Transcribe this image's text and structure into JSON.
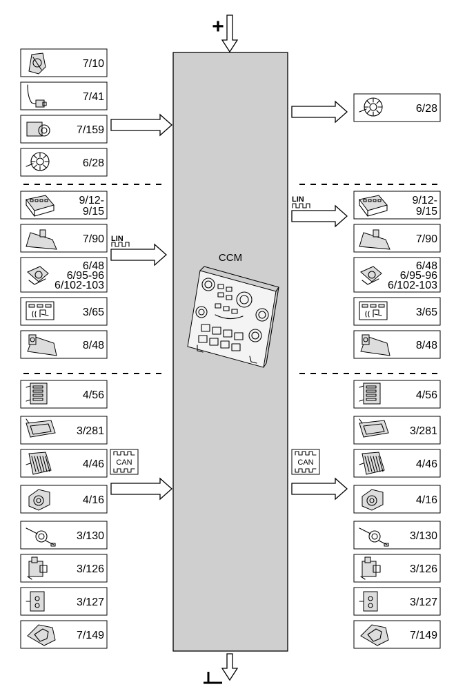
{
  "ccm": {
    "label": "CCM",
    "fill": "#cfcfcf",
    "power_symbol": "+",
    "ground_symbol": "⊥"
  },
  "left_groups": [
    {
      "bus": "direct",
      "items": [
        {
          "label": [
            "7/10"
          ],
          "icon": "rotary-switch-icon"
        },
        {
          "label": [
            "7/41"
          ],
          "icon": "sensor-cable-icon"
        },
        {
          "label": [
            "7/159"
          ],
          "icon": "actuator-motor-icon"
        },
        {
          "label": [
            "6/28"
          ],
          "icon": "blower-fan-icon"
        }
      ]
    },
    {
      "bus": "LIN",
      "items": [
        {
          "label": [
            "9/12-",
            "9/15"
          ],
          "icon": "control-module-icon"
        },
        {
          "label": [
            "7/90"
          ],
          "icon": "rain-sensor-icon"
        },
        {
          "label": [
            "6/48",
            "6/95-96",
            "6/102-103"
          ],
          "icon": "damper-motor-icon"
        },
        {
          "label": [
            "3/65"
          ],
          "icon": "seat-heater-panel-icon"
        },
        {
          "label": [
            "8/48"
          ],
          "icon": "mirror-sensor-icon"
        }
      ]
    },
    {
      "bus": "CAN",
      "items": [
        {
          "label": [
            "4/56"
          ],
          "icon": "ecu-bracket-icon"
        },
        {
          "label": [
            "3/281"
          ],
          "icon": "display-unit-icon"
        },
        {
          "label": [
            "4/46"
          ],
          "icon": "circuit-board-icon"
        },
        {
          "label": [
            "4/16"
          ],
          "icon": "ignition-lock-icon"
        },
        {
          "label": [
            "3/130"
          ],
          "icon": "steering-stalk-icon"
        },
        {
          "label": [
            "3/126"
          ],
          "icon": "switch-module-icon"
        },
        {
          "label": [
            "3/127"
          ],
          "icon": "relay-module-icon"
        },
        {
          "label": [
            "7/149"
          ],
          "icon": "cover-housing-icon"
        }
      ]
    }
  ],
  "right_groups": [
    {
      "bus": "direct",
      "items": [
        {
          "label": [
            "6/28"
          ],
          "icon": "blower-fan-icon"
        }
      ]
    },
    {
      "bus": "LIN",
      "items": [
        {
          "label": [
            "9/12-",
            "9/15"
          ],
          "icon": "control-module-icon"
        },
        {
          "label": [
            "7/90"
          ],
          "icon": "rain-sensor-icon"
        },
        {
          "label": [
            "6/48",
            "6/95-96",
            "6/102-103"
          ],
          "icon": "damper-motor-icon"
        },
        {
          "label": [
            "3/65"
          ],
          "icon": "seat-heater-panel-icon"
        },
        {
          "label": [
            "8/48"
          ],
          "icon": "mirror-sensor-icon"
        }
      ]
    },
    {
      "bus": "CAN",
      "items": [
        {
          "label": [
            "4/56"
          ],
          "icon": "ecu-bracket-icon"
        },
        {
          "label": [
            "3/281"
          ],
          "icon": "display-unit-icon"
        },
        {
          "label": [
            "4/46"
          ],
          "icon": "circuit-board-icon"
        },
        {
          "label": [
            "4/16"
          ],
          "icon": "ignition-lock-icon"
        },
        {
          "label": [
            "3/130"
          ],
          "icon": "steering-stalk-icon"
        },
        {
          "label": [
            "3/126"
          ],
          "icon": "switch-module-icon"
        },
        {
          "label": [
            "3/127"
          ],
          "icon": "relay-module-icon"
        },
        {
          "label": [
            "7/149"
          ],
          "icon": "cover-housing-icon"
        }
      ]
    }
  ],
  "signals": {
    "lin": "LIN",
    "can": "CAN"
  }
}
